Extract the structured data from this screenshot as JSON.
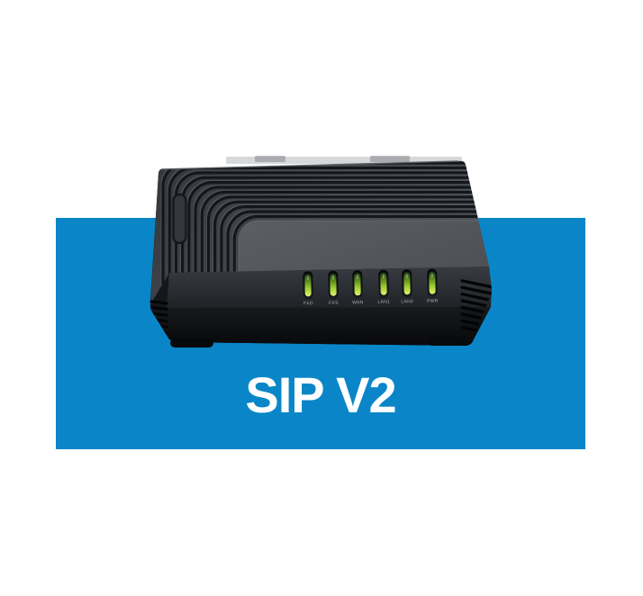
{
  "page": {
    "background_color": "#ffffff"
  },
  "hero": {
    "panel_color": "#0A86C8",
    "title": "SIP V2",
    "title_color": "#ffffff"
  },
  "device": {
    "type": "voip-ata-adapter",
    "body_color": "#17191d",
    "top_face_color": "#41464c",
    "led_on_color": "#a8d437",
    "leds": [
      {
        "label": "FXO",
        "state": "on"
      },
      {
        "label": "FXS",
        "state": "on"
      },
      {
        "label": "WAN",
        "state": "on"
      },
      {
        "label": "LAN1",
        "state": "on"
      },
      {
        "label": "LAN2",
        "state": "on"
      },
      {
        "label": "PWR",
        "state": "on"
      }
    ]
  }
}
